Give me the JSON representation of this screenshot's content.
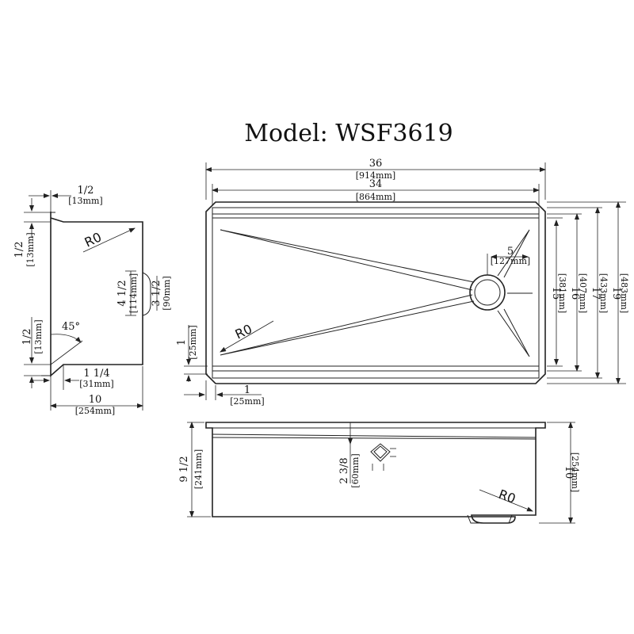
{
  "title": "Model: WSF3619",
  "side_profile": {
    "top_flange": {
      "in": "1/2",
      "mm": "[13mm]"
    },
    "left_flange": {
      "in": "1/2",
      "mm": "[13mm]"
    },
    "lower_left": {
      "in": "1/2",
      "mm": "[13mm]"
    },
    "bottom_step": {
      "in": "1 1/4",
      "mm": "[31mm]"
    },
    "depth_outer": {
      "in": "4 1/2",
      "mm": "[114mm]"
    },
    "depth_inner": {
      "in": "3 1/2",
      "mm": "[90mm]"
    },
    "total_width": {
      "in": "10",
      "mm": "[254mm]"
    },
    "radius_label": "R0",
    "angle_label": "45°"
  },
  "top_view": {
    "overall_width": {
      "in": "36",
      "mm": "[914mm]"
    },
    "inner_width": {
      "in": "34",
      "mm": "[864mm]"
    },
    "drain_offset": {
      "in": "5",
      "mm": "[127mm]"
    },
    "edge_left": {
      "in": "1",
      "mm": "[25mm]"
    },
    "edge_bottom": {
      "in": "1",
      "mm": "[25mm]"
    },
    "h15": {
      "in": "15",
      "mm": "[381mm]"
    },
    "h16": {
      "in": "16",
      "mm": "[407mm]"
    },
    "h17": {
      "in": "17",
      "mm": "[433mm]"
    },
    "h19": {
      "in": "19",
      "mm": "[483mm]"
    },
    "radius_label": "R0"
  },
  "front_view": {
    "height_left": {
      "in": "9 1/2",
      "mm": "[241mm]"
    },
    "height_right": {
      "in": "10",
      "mm": "[254mm]"
    },
    "ledge": {
      "in": "2 3/8",
      "mm": "[60mm]"
    },
    "radius_label": "R0"
  }
}
